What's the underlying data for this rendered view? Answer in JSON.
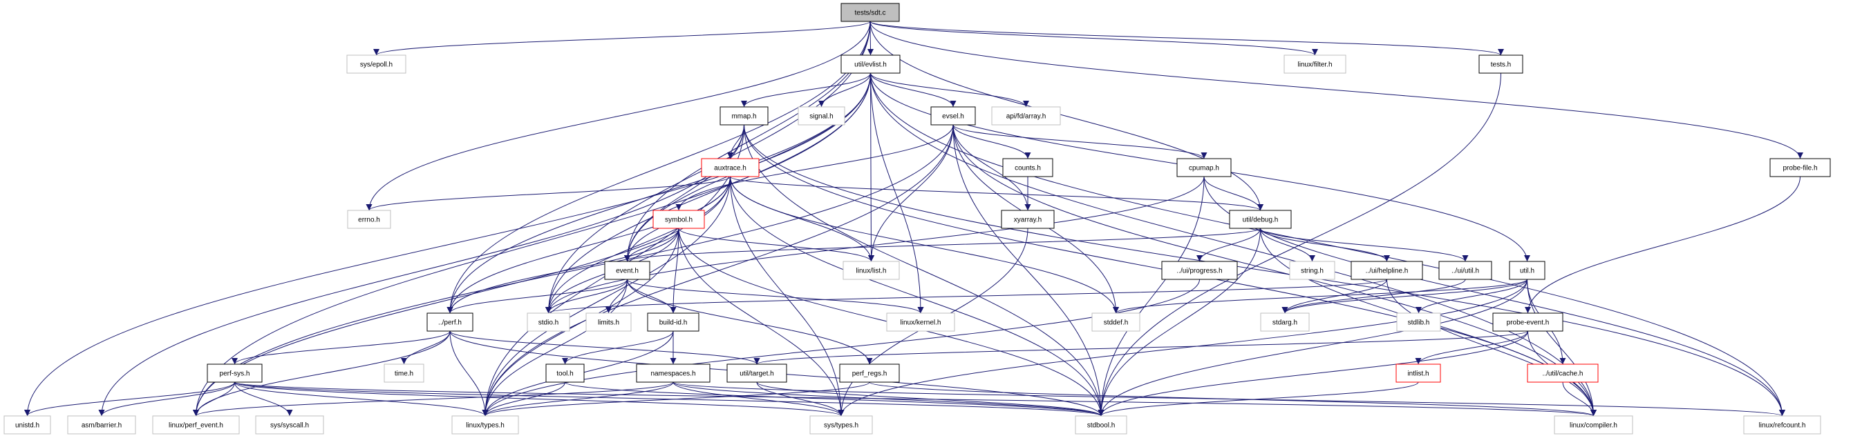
{
  "graph": {
    "edge_color": "#191970",
    "nodes": [
      {
        "id": "sdt",
        "label": "tests/sdt.c",
        "kind": "root"
      },
      {
        "id": "epoll",
        "label": "sys/epoll.h",
        "kind": "external"
      },
      {
        "id": "evlist",
        "label": "util/evlist.h",
        "kind": "documented"
      },
      {
        "id": "filter",
        "label": "linux/filter.h",
        "kind": "external"
      },
      {
        "id": "tests",
        "label": "tests.h",
        "kind": "documented"
      },
      {
        "id": "mmap",
        "label": "mmap.h",
        "kind": "documented"
      },
      {
        "id": "signal",
        "label": "signal.h",
        "kind": "external"
      },
      {
        "id": "evsel",
        "label": "evsel.h",
        "kind": "documented"
      },
      {
        "id": "fdarray",
        "label": "api/fd/array.h",
        "kind": "external"
      },
      {
        "id": "auxtrace",
        "label": "auxtrace.h",
        "kind": "truncated"
      },
      {
        "id": "counts",
        "label": "counts.h",
        "kind": "documented"
      },
      {
        "id": "cpumap",
        "label": "cpumap.h",
        "kind": "documented"
      },
      {
        "id": "probefile",
        "label": "probe-file.h",
        "kind": "documented"
      },
      {
        "id": "errno",
        "label": "errno.h",
        "kind": "external"
      },
      {
        "id": "symbol",
        "label": "symbol.h",
        "kind": "truncated"
      },
      {
        "id": "xyarray",
        "label": "xyarray.h",
        "kind": "documented"
      },
      {
        "id": "debug",
        "label": "util/debug.h",
        "kind": "documented"
      },
      {
        "id": "event",
        "label": "event.h",
        "kind": "documented"
      },
      {
        "id": "list",
        "label": "linux/list.h",
        "kind": "external"
      },
      {
        "id": "progress",
        "label": "../ui/progress.h",
        "kind": "documented"
      },
      {
        "id": "string",
        "label": "string.h",
        "kind": "external"
      },
      {
        "id": "helpline",
        "label": "../ui/helpline.h",
        "kind": "documented"
      },
      {
        "id": "uiutil",
        "label": "../ui/util.h",
        "kind": "documented"
      },
      {
        "id": "util",
        "label": "util.h",
        "kind": "documented"
      },
      {
        "id": "perf",
        "label": "../perf.h",
        "kind": "documented"
      },
      {
        "id": "stdio",
        "label": "stdio.h",
        "kind": "external"
      },
      {
        "id": "limits",
        "label": "limits.h",
        "kind": "external"
      },
      {
        "id": "buildid",
        "label": "build-id.h",
        "kind": "documented"
      },
      {
        "id": "kernel",
        "label": "linux/kernel.h",
        "kind": "external"
      },
      {
        "id": "stddef",
        "label": "stddef.h",
        "kind": "external"
      },
      {
        "id": "stdarg",
        "label": "stdarg.h",
        "kind": "external"
      },
      {
        "id": "stdlib",
        "label": "stdlib.h",
        "kind": "external"
      },
      {
        "id": "probeevent",
        "label": "probe-event.h",
        "kind": "documented"
      },
      {
        "id": "perfsys",
        "label": "perf-sys.h",
        "kind": "documented"
      },
      {
        "id": "time",
        "label": "time.h",
        "kind": "external"
      },
      {
        "id": "tool",
        "label": "tool.h",
        "kind": "documented"
      },
      {
        "id": "namespaces",
        "label": "namespaces.h",
        "kind": "documented"
      },
      {
        "id": "target",
        "label": "util/target.h",
        "kind": "documented"
      },
      {
        "id": "perfregs",
        "label": "perf_regs.h",
        "kind": "documented"
      },
      {
        "id": "intlist",
        "label": "intlist.h",
        "kind": "truncated"
      },
      {
        "id": "cache",
        "label": "../util/cache.h",
        "kind": "truncated"
      },
      {
        "id": "unistd",
        "label": "unistd.h",
        "kind": "external"
      },
      {
        "id": "barrier",
        "label": "asm/barrier.h",
        "kind": "external"
      },
      {
        "id": "perfevent",
        "label": "linux/perf_event.h",
        "kind": "external"
      },
      {
        "id": "syscall",
        "label": "sys/syscall.h",
        "kind": "external"
      },
      {
        "id": "types",
        "label": "linux/types.h",
        "kind": "external"
      },
      {
        "id": "systypes",
        "label": "sys/types.h",
        "kind": "external"
      },
      {
        "id": "stdbool",
        "label": "stdbool.h",
        "kind": "external"
      },
      {
        "id": "compiler",
        "label": "linux/compiler.h",
        "kind": "external"
      },
      {
        "id": "refcount",
        "label": "linux/refcount.h",
        "kind": "external"
      }
    ],
    "edges": [
      [
        "sdt",
        "epoll"
      ],
      [
        "sdt",
        "evlist"
      ],
      [
        "sdt",
        "filter"
      ],
      [
        "sdt",
        "tests"
      ],
      [
        "sdt",
        "probefile"
      ],
      [
        "sdt",
        "errno"
      ],
      [
        "sdt",
        "stdio"
      ],
      [
        "sdt",
        "debug"
      ],
      [
        "sdt",
        "perf"
      ],
      [
        "sdt",
        "event"
      ],
      [
        "evlist",
        "mmap"
      ],
      [
        "evlist",
        "signal"
      ],
      [
        "evlist",
        "evsel"
      ],
      [
        "evlist",
        "fdarray"
      ],
      [
        "evlist",
        "list"
      ],
      [
        "evlist",
        "kernel"
      ],
      [
        "evlist",
        "util"
      ],
      [
        "evlist",
        "refcount"
      ],
      [
        "evlist",
        "unistd"
      ],
      [
        "evlist",
        "stdio"
      ],
      [
        "evlist",
        "perf"
      ],
      [
        "evlist",
        "perfevent"
      ],
      [
        "evlist",
        "compiler"
      ],
      [
        "evlist",
        "event"
      ],
      [
        "mmap",
        "auxtrace"
      ],
      [
        "mmap",
        "event"
      ],
      [
        "mmap",
        "stdbool"
      ],
      [
        "mmap",
        "barrier"
      ],
      [
        "mmap",
        "compiler"
      ],
      [
        "mmap",
        "refcount"
      ],
      [
        "mmap",
        "types"
      ],
      [
        "evsel",
        "counts"
      ],
      [
        "evsel",
        "xyarray"
      ],
      [
        "evsel",
        "cpumap"
      ],
      [
        "evsel",
        "symbol"
      ],
      [
        "evsel",
        "list"
      ],
      [
        "evsel",
        "stdbool"
      ],
      [
        "evsel",
        "stddef"
      ],
      [
        "evsel",
        "perfevent"
      ],
      [
        "evsel",
        "types"
      ],
      [
        "evsel",
        "compiler"
      ],
      [
        "counts",
        "xyarray"
      ],
      [
        "xyarray",
        "systypes"
      ],
      [
        "cpumap",
        "debug"
      ],
      [
        "cpumap",
        "stdio"
      ],
      [
        "cpumap",
        "stdbool"
      ],
      [
        "cpumap",
        "refcount"
      ],
      [
        "auxtrace",
        "errno"
      ],
      [
        "auxtrace",
        "event"
      ],
      [
        "auxtrace",
        "list"
      ],
      [
        "auxtrace",
        "debug"
      ],
      [
        "auxtrace",
        "perf"
      ],
      [
        "auxtrace",
        "stdio"
      ],
      [
        "auxtrace",
        "types"
      ],
      [
        "auxtrace",
        "systypes"
      ],
      [
        "auxtrace",
        "stdbool"
      ],
      [
        "auxtrace",
        "stddef"
      ],
      [
        "auxtrace",
        "perfevent"
      ],
      [
        "symbol",
        "event"
      ],
      [
        "symbol",
        "list"
      ],
      [
        "symbol",
        "buildid"
      ],
      [
        "symbol",
        "perf"
      ],
      [
        "symbol",
        "stdio"
      ],
      [
        "symbol",
        "types"
      ],
      [
        "symbol",
        "stdbool"
      ],
      [
        "symbol",
        "systypes"
      ],
      [
        "debug",
        "event"
      ],
      [
        "debug",
        "progress"
      ],
      [
        "debug",
        "string"
      ],
      [
        "debug",
        "helpline"
      ],
      [
        "debug",
        "uiutil"
      ],
      [
        "debug",
        "stdbool"
      ],
      [
        "debug",
        "compiler"
      ],
      [
        "event",
        "perf"
      ],
      [
        "event",
        "stdio"
      ],
      [
        "event",
        "limits"
      ],
      [
        "event",
        "buildid"
      ],
      [
        "event",
        "kernel"
      ],
      [
        "event",
        "perfregs"
      ],
      [
        "event",
        "types"
      ],
      [
        "progress",
        "types"
      ],
      [
        "helpline",
        "stdio"
      ],
      [
        "helpline",
        "stdarg"
      ],
      [
        "helpline",
        "compiler"
      ],
      [
        "uiutil",
        "stdarg"
      ],
      [
        "util",
        "stdarg"
      ],
      [
        "util",
        "stddef"
      ],
      [
        "util",
        "stdlib"
      ],
      [
        "util",
        "compiler"
      ],
      [
        "util",
        "stdbool"
      ],
      [
        "util",
        "systypes"
      ],
      [
        "util",
        "cache"
      ],
      [
        "perf",
        "perfsys"
      ],
      [
        "perf",
        "time"
      ],
      [
        "perf",
        "types"
      ],
      [
        "perf",
        "stdbool"
      ],
      [
        "perf",
        "perfevent"
      ],
      [
        "perf",
        "target"
      ],
      [
        "buildid",
        "namespaces"
      ],
      [
        "buildid",
        "tool"
      ],
      [
        "buildid",
        "types"
      ],
      [
        "perfsys",
        "unistd"
      ],
      [
        "perfsys",
        "barrier"
      ],
      [
        "perfsys",
        "perfevent"
      ],
      [
        "perfsys",
        "syscall"
      ],
      [
        "perfsys",
        "types"
      ],
      [
        "perfsys",
        "systypes"
      ],
      [
        "perfsys",
        "stdbool"
      ],
      [
        "perfsys",
        "compiler"
      ],
      [
        "tool",
        "types"
      ],
      [
        "tool",
        "stdbool"
      ],
      [
        "namespaces",
        "types"
      ],
      [
        "namespaces",
        "systypes"
      ],
      [
        "namespaces",
        "stdbool"
      ],
      [
        "namespaces",
        "perfevent"
      ],
      [
        "namespaces",
        "refcount"
      ],
      [
        "target",
        "systypes"
      ],
      [
        "target",
        "stdbool"
      ],
      [
        "perfregs",
        "types"
      ],
      [
        "perfregs",
        "compiler"
      ],
      [
        "tests",
        "stdbool"
      ],
      [
        "probefile",
        "probeevent"
      ],
      [
        "probeevent",
        "intlist"
      ],
      [
        "probeevent",
        "stdbool"
      ],
      [
        "probeevent",
        "compiler"
      ],
      [
        "probeevent",
        "target"
      ],
      [
        "intlist",
        "stdbool"
      ],
      [
        "cache",
        "compiler"
      ]
    ]
  }
}
